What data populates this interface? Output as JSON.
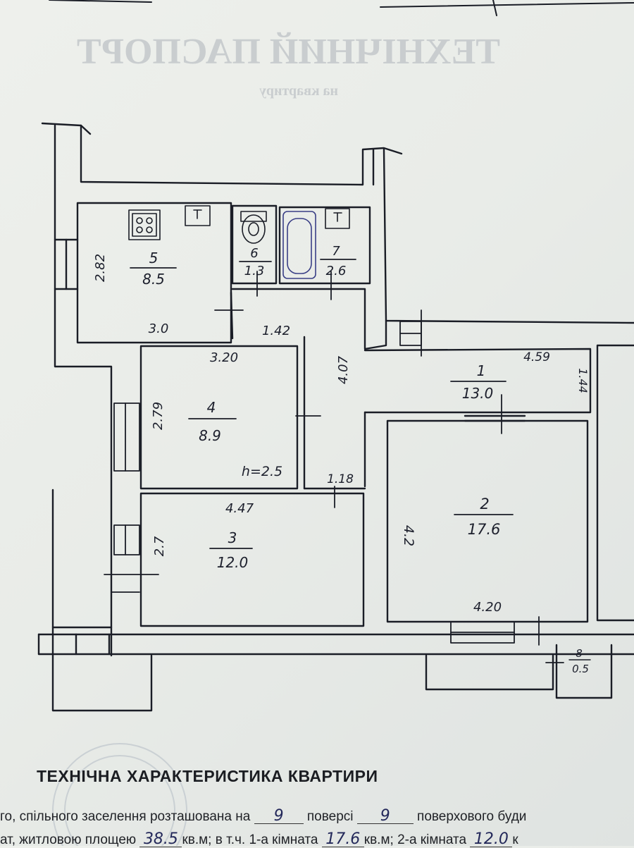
{
  "faded_header": {
    "title": "ТЕХНІЧНИЙ ПАСПОРТ",
    "subtitle": "на квартиру"
  },
  "rooms": [
    {
      "id": "1",
      "number": "1",
      "area": "13.0"
    },
    {
      "id": "2",
      "number": "2",
      "area": "17.6"
    },
    {
      "id": "3",
      "number": "3",
      "area": "12.0"
    },
    {
      "id": "4",
      "number": "4",
      "area": "8.9"
    },
    {
      "id": "5",
      "number": "5",
      "area": "8.5"
    },
    {
      "id": "6",
      "number": "6",
      "area": "1.3"
    },
    {
      "id": "7",
      "number": "7",
      "area": "2.6"
    },
    {
      "id": "8",
      "number": "8",
      "area": "0.5"
    }
  ],
  "dimensions": {
    "d_2_82": "2.82",
    "d_3_0": "3.0",
    "d_1_42": "1.42",
    "d_4_07": "4.07",
    "d_3_20": "3.20",
    "d_2_79": "2.79",
    "d_h_2_5": "h=2.5",
    "d_1_18": "1.18",
    "d_4_59": "4.59",
    "d_1_44": "1.44",
    "d_4_47": "4.47",
    "d_2_7": "2.7",
    "d_4_2": "4.2",
    "d_4_20": "4.20"
  },
  "characteristics": {
    "heading": "ТЕХНІЧНА ХАРАКТЕРИСТИКА КВАРТИРИ",
    "line1": {
      "prefix": "го, спільного заселення розташована на",
      "floor": "9",
      "mid": "поверсі",
      "total_floors": "9",
      "suffix": "поверхового буди"
    },
    "line2": {
      "prefix": "ат, житловою площею",
      "living_area": "38.5",
      "unit1": "кв.м; в т.ч. 1-а кімната",
      "room1_area": "17.6",
      "unit2": "кв.м; 2-а кімната",
      "room2_area": "12.0",
      "unit3": "к"
    }
  }
}
